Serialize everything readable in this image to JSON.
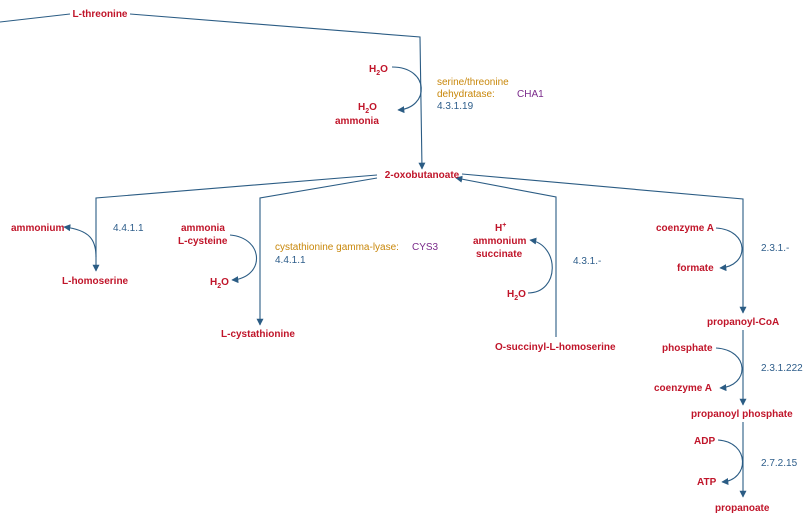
{
  "colors": {
    "metabolite": "#c0152a",
    "enzyme": "#c8870a",
    "gene": "#7a2a8a",
    "ec_number": "#2d5d8a",
    "edge": "#2b5c84"
  },
  "metabolites": {
    "l_threonine": "L-threonine",
    "water_chem": "H2O",
    "water_base": "H",
    "water_sub": "2",
    "water_tail": "O",
    "ammonia": "ammonia",
    "oxobutanoate": "2-oxobutanoate",
    "ammonium": "ammonium",
    "l_homoserine": "L-homoserine",
    "l_cysteine": "L-cysteine",
    "l_cystathionine": "L-cystathionine",
    "proton_base": "H",
    "proton_sup": "+",
    "succinate": "succinate",
    "o_succinyl_l_homoserine": "O-succinyl-L-homoserine",
    "coenzyme_a": "coenzyme A",
    "formate": "formate",
    "propanoyl_coa": "propanoyl-CoA",
    "phosphate": "phosphate",
    "propanoyl_phosphate": "propanoyl phosphate",
    "adp": "ADP",
    "atp": "ATP",
    "propanoate": "propanoate"
  },
  "reactions": {
    "ser_thr_dehydratase": {
      "enzyme_line1": "serine/threonine",
      "enzyme_line2": "dehydratase:",
      "gene": "CHA1",
      "ec": "4.3.1.19"
    },
    "homoserine_lyase": {
      "ec": "4.4.1.1"
    },
    "cystathionine_gamma_lyase": {
      "enzyme": "cystathionine gamma-lyase:",
      "gene": "CYS3",
      "ec": "4.4.1.1"
    },
    "succinylhomoserine_lyase": {
      "ec": "4.3.1.-"
    },
    "formate_acetyltransferase": {
      "ec": "2.3.1.-"
    },
    "phosphate_acetyltransferase": {
      "ec": "2.3.1.222"
    },
    "propionate_kinase": {
      "ec": "2.7.2.15"
    }
  }
}
